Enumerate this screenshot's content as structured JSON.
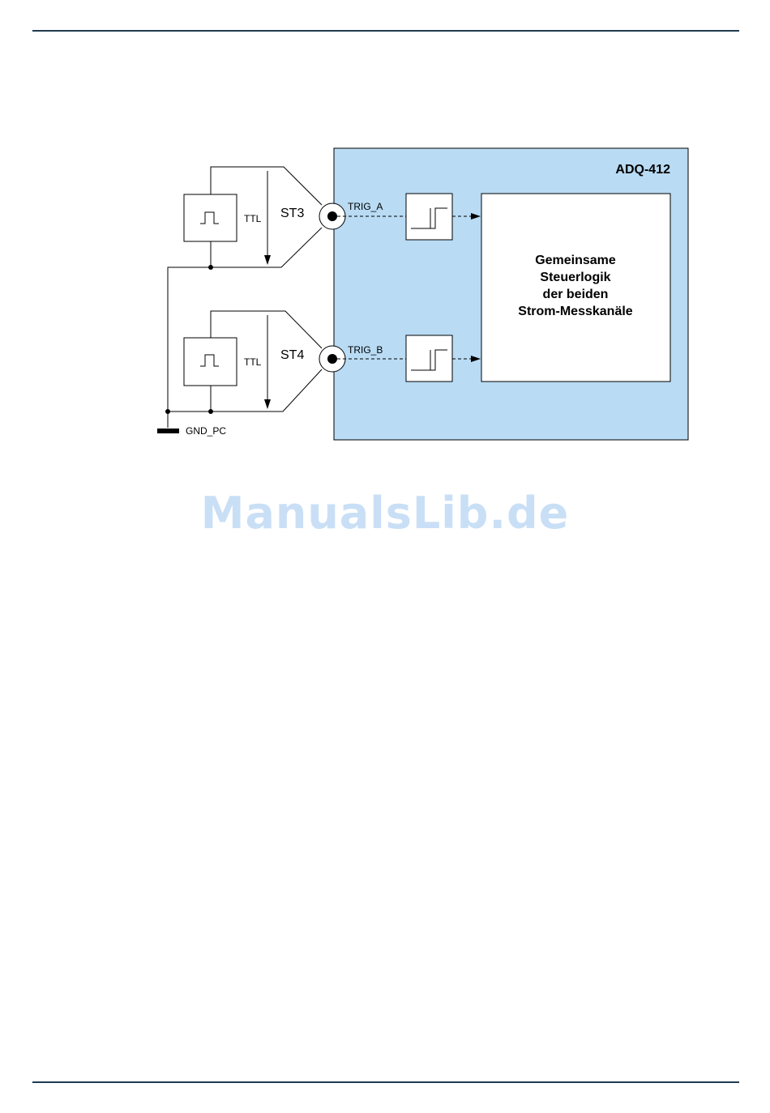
{
  "colors": {
    "rule": "#1e3a50",
    "device_fill": "#b9dbf4",
    "line": "#000000",
    "watermark": "#c9dff6"
  },
  "device": {
    "title": "ADQ-412",
    "logic_lines": [
      "Gemeinsame",
      "Steuerlogik",
      "der beiden",
      "Strom-Messkanäle"
    ]
  },
  "channels": [
    {
      "connector": "ST3",
      "signal": "TRIG_A",
      "level": "TTL"
    },
    {
      "connector": "ST4",
      "signal": "TRIG_B",
      "level": "TTL"
    }
  ],
  "ground": {
    "label": "GND_PC"
  },
  "icons": [
    "pulse-source-icon",
    "schmitt-trigger-icon",
    "bnc-connector-icon",
    "ground-icon"
  ],
  "watermark": "ManualsLib.de"
}
